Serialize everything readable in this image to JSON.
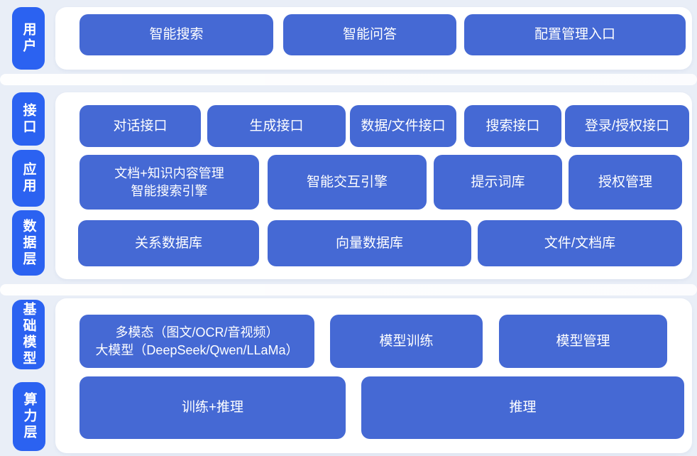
{
  "colors": {
    "background": "#e9eef7",
    "panel_background": "#ffffff",
    "pill_blue": "#2b62f1",
    "button_blue": "#4569d4",
    "text_white": "#ffffff"
  },
  "sections": [
    {
      "name": "user-layer",
      "labels": [
        {
          "text": "用户"
        }
      ],
      "rows": [
        {
          "buttons": [
            {
              "label": "智能搜索"
            },
            {
              "label": "智能问答"
            },
            {
              "label": "配置管理入口"
            }
          ]
        }
      ]
    },
    {
      "name": "interface-application-data-layer",
      "labels": [
        {
          "text": "接口"
        },
        {
          "text": "应用"
        },
        {
          "text": "数据层"
        }
      ],
      "rows": [
        {
          "buttons": [
            {
              "label": "对话接口"
            },
            {
              "label": "生成接口"
            },
            {
              "label": "数据/文件接口"
            },
            {
              "label": "搜索接口"
            },
            {
              "label": "登录/授权接口"
            }
          ]
        },
        {
          "buttons": [
            {
              "label": "文档+知识内容管理",
              "label2": "智能搜索引擎"
            },
            {
              "label": "智能交互引擎"
            },
            {
              "label": "提示词库"
            },
            {
              "label": "授权管理"
            }
          ]
        },
        {
          "buttons": [
            {
              "label": "关系数据库"
            },
            {
              "label": "向量数据库"
            },
            {
              "label": "文件/文档库"
            }
          ]
        }
      ]
    },
    {
      "name": "foundation-model-compute-layer",
      "labels": [
        {
          "text": "基础模型"
        },
        {
          "text": "算力层"
        }
      ],
      "rows": [
        {
          "buttons": [
            {
              "label": "多模态（图文/OCR/音视频）",
              "label2": "大模型（DeepSeek/Qwen/LLaMa）"
            },
            {
              "label": "模型训练"
            },
            {
              "label": "模型管理"
            }
          ]
        },
        {
          "buttons": [
            {
              "label": "训练+推理"
            },
            {
              "label": "推理"
            }
          ]
        }
      ]
    }
  ]
}
